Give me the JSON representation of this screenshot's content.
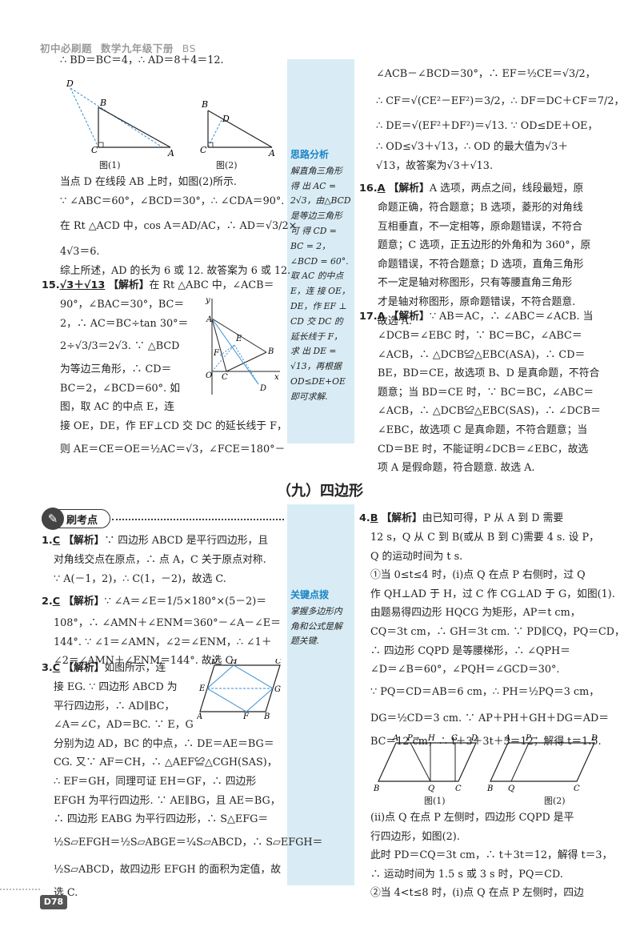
{
  "header": {
    "book": "初中必刷题",
    "subject": "数学九年级下册",
    "edition": "BS"
  },
  "sections": {
    "title": "（九）四边形",
    "badge": "刷考点"
  },
  "sidebar_notes": {
    "note1": {
      "heading": "思路分析",
      "lines": [
        "解直角三角形",
        "得 出 AC =",
        "2√3，由△BCD",
        "是等边三角形",
        "可 得  CD =",
        "BC  =   2，",
        "∠BCD = 60°.",
        "取 AC 的中点",
        "E，连 接 OE，",
        "DE，作 EF ⊥",
        "CD 交 DC 的",
        "延长线于 F，",
        "求 出  DE =",
        "√13，再根据",
        "OD≤DE+OE",
        "即可求解."
      ]
    },
    "note2": {
      "heading": "关键点拨",
      "lines": [
        "掌握多边形内",
        "角和公式是解",
        "题关键."
      ]
    }
  },
  "left_top_lines": [
    "∴ BD＝BC＝4，∴ AD＝8＋4＝12."
  ],
  "figs_top": {
    "fig1": "图(1)",
    "fig2": "图(2)"
  },
  "left_mid_lines": [
    "当点 D 在线段 AB 上时，如图(2)所示.",
    "∵ ∠ABC＝60°，∠BCD＝30°，∴ ∠CDA＝90°.",
    "在 Rt △ACD 中，cos A＝AD/AC，∴ AD＝√3/2×",
    "4√3＝6.",
    "综上所述，AD 的长为 6 或 12. 故答案为 6 或 12."
  ],
  "q15": {
    "num": "15.",
    "answer": "√3＋√13",
    "label": "【解析】",
    "lines": [
      "在 Rt △ABC 中，∠ACB＝",
      "90°，∠BAC＝30°，BC＝",
      "2，∴ AC＝BC÷tan 30°＝",
      "2÷√3/3＝2√3. ∵ △BCD",
      "为等边三角形，∴ CD＝",
      "BC＝2，∠BCD＝60°. 如",
      "图，取 AC 的中点 E，连",
      "接 OE，DE，作 EF⊥CD 交 DC 的延长线于 F，",
      "则 AE＝CE＝OE＝½AC＝√3，∠FCE＝180°－"
    ]
  },
  "right_top_lines": [
    "∠ACB－∠BCD＝30°，∴ EF＝½CE＝√3/2，",
    "∴ CF＝√(CE²－EF²)＝3/2，∴ DF＝DC＋CF＝7/2，",
    "∴ DE＝√(EF²＋DF²)＝√13. ∵ OD≤DE＋OE，",
    "∴ OD≤√3＋√13，∴ OD 的最大值为√3＋",
    "√13，故答案为√3＋√13."
  ],
  "q16": {
    "num": "16.",
    "answer": "A",
    "label": "【解析】",
    "lines": [
      "A 选项，两点之间，线段最短，原",
      "命题正确，符合题意；B 选项，菱形的对角线",
      "互相垂直，不一定相等，原命题错误，不符合",
      "题意；C 选项，正五边形的外角和为 360°，原",
      "命题错误，不符合题意；D 选项，直角三角形",
      "不一定是轴对称图形，只有等腰直角三角形",
      "才是轴对称图形，原命题错误，不符合题意.",
      "故选 A."
    ]
  },
  "q17": {
    "num": "17.",
    "answer": "A",
    "label": "【解析】",
    "lines": [
      "∵ AB＝AC，∴ ∠ABC＝∠ACB. 当",
      "∠DCB＝∠EBC 时，∵ BC＝BC，∠ABC＝",
      "∠ACB，∴ △DCB≌△EBC(ASA)，∴ CD＝",
      "BE，BD＝CE，故选项 B、D 是真命题，不符合",
      "题意；当 BD＝CE 时，∵ BC＝BC，∠ABC＝",
      "∠ACB，∴ △DCB≌△EBC(SAS)，∴ ∠DCB＝",
      "∠EBC，故选项 C 是真命题，不符合题意；当",
      "CD＝BE 时，不能证明∠DCB＝∠EBC，故选",
      "项 A 是假命题，符合题意. 故选 A."
    ]
  },
  "q1": {
    "num": "1.",
    "answer": "C",
    "label": "【解析】",
    "lines": [
      "∵ 四边形 ABCD 是平行四边形，且",
      "对角线交点在原点，∴ 点 A，C 关于原点对称.",
      "∵ A(－1，2)，∴ C(1，－2)，故选 C."
    ]
  },
  "q2": {
    "num": "2.",
    "answer": "C",
    "label": "【解析】",
    "lines": [
      "∵ ∠A＝∠E＝1/5×180°×(5－2)＝",
      "108°，∴ ∠AMN＋∠ENM＝360°－∠A－∠E＝",
      "144°. ∵ ∠1＝∠AMN，∠2＝∠ENM，∴ ∠1＋",
      "∠2＝∠AMN＋∠ENM＝144°. 故选 C."
    ]
  },
  "q3": {
    "num": "3.",
    "answer": "C",
    "label": "【解析】",
    "lines": [
      "如图所示，连",
      "接 EG. ∵ 四边形 ABCD 为",
      "平行四边形，∴ AD∥BC，",
      "∠A＝∠C，AD＝BC. ∵ E，G",
      "分别为边 AD，BC 的中点，∴ DE＝AE＝BG＝",
      "CG. 又∵ AF＝CH，∴ △AEF≌△CGH(SAS)，",
      "∴ EF＝GH，同理可证 EH＝GF，∴ 四边形",
      "EFGH 为平行四边形. ∵ AE∥BG，且 AE＝BG，",
      "∴ 四边形 EABG 为平行四边形，∴ S△EFG＝",
      "½S▱EFGH＝½S▱ABGE＝¼S▱ABCD，∴ S▱EFGH＝",
      "½S▱ABCD，故四边形 EFGH 的面积为定值，故",
      "选 C."
    ]
  },
  "q4": {
    "num": "4.",
    "answer": "B",
    "label": "【解析】",
    "lines": [
      "由已知可得，P 从 A 到 D 需要",
      "12 s，Q 从 C 到 B(或从 B 到 C)需要 4 s. 设 P，",
      "Q 的运动时间为 t s.",
      "①当 0≤t≤4 时，(i)点 Q 在点 P 右侧时，过 Q",
      "作 QH⊥AD 于 H，过 C 作 CG⊥AD 于 G，如图(1).",
      "由题易得四边形 HQCG 为矩形，AP＝t cm，",
      "CQ＝3t cm，∴ GH＝3t cm. ∵ PD∥CQ，PQ＝CD，",
      "∴ 四边形 CQPD 是等腰梯形，∴ ∠QPH＝",
      "∠D＝∠B＝60°，∠PQH＝∠GCD＝30°.",
      "∵ PQ＝CD＝AB＝6 cm，∴ PH＝½PQ＝3 cm，",
      "DG＝½CD＝3 cm. ∵ AP＋PH＋GH＋DG＝AD＝",
      "BC＝12 cm，∴ t＋3＋3t＋3＝12，解得 t＝1.5."
    ]
  },
  "figs_bottom": {
    "fig1": "图(1)",
    "fig2": "图(2)"
  },
  "q4_tail": [
    "(ii)点 Q 在点 P 左侧时，四边形 CQPD 是平",
    "行四边形，如图(2).",
    "此时 PD＝CQ＝3t cm，∴ t＋3t＝12，解得 t＝3，",
    "∴ 运动时间为 1.5 s 或 3 s 时，PQ＝CD.",
    "②当 4<t≤8 时，(i)点 Q 在点 P 左侧时，四边"
  ],
  "page_number": "D78"
}
